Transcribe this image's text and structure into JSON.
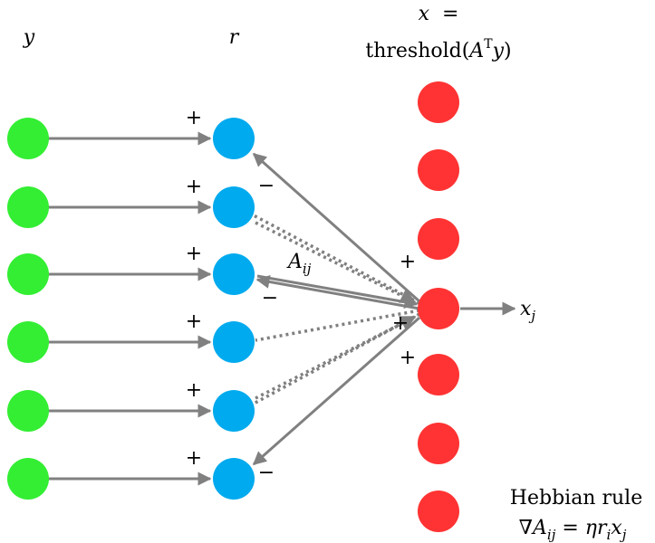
{
  "labels": {
    "y_col": "y",
    "r_col": "r",
    "x_line1": "x  =",
    "x_line2_prefix": "threshold(",
    "x_line2_A": "A",
    "x_line2_T": "T",
    "x_line2_y": "y",
    "x_line2_suffix": ")",
    "A_main": "A",
    "A_sub": "ij",
    "xj_main": "x",
    "xj_sub": "j",
    "rule_title": "Hebbian rule",
    "rule_nabla": "∇",
    "rule_A": "A",
    "rule_A_sub": "ij",
    "rule_eq": " = ",
    "rule_eta": "η",
    "rule_r": "r",
    "rule_r_sub": "i",
    "rule_x": "x",
    "rule_x_sub": "j"
  },
  "signs": {
    "plus": "+",
    "minus": "−"
  },
  "colors": {
    "input_node": "#33ee33",
    "r_node": "#00aaee",
    "x_node": "#ff3333",
    "edge": "#808080"
  }
}
